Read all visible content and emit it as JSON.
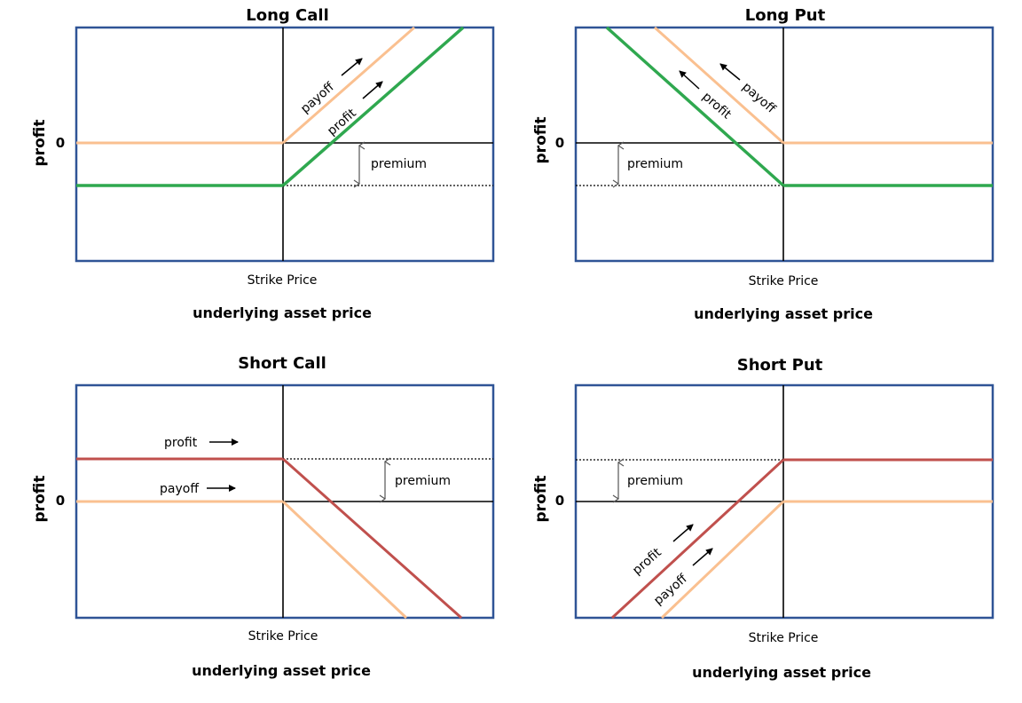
{
  "axis_labels": {
    "y": "profit",
    "zero": "0",
    "x_tick": "Strike Price",
    "x": "underlying asset price"
  },
  "annotations": {
    "payoff": "payoff",
    "profit": "profit",
    "premium": "premium"
  },
  "colors": {
    "frame": "#2f5496",
    "payoff": "#fac090",
    "long_profit": "#2fa84f",
    "short_profit": "#c0504d"
  },
  "panels": [
    {
      "id": "long-call",
      "title": "Long Call"
    },
    {
      "id": "long-put",
      "title": "Long Put"
    },
    {
      "id": "short-call",
      "title": "Short Call"
    },
    {
      "id": "short-put",
      "title": "Short Put"
    }
  ]
}
